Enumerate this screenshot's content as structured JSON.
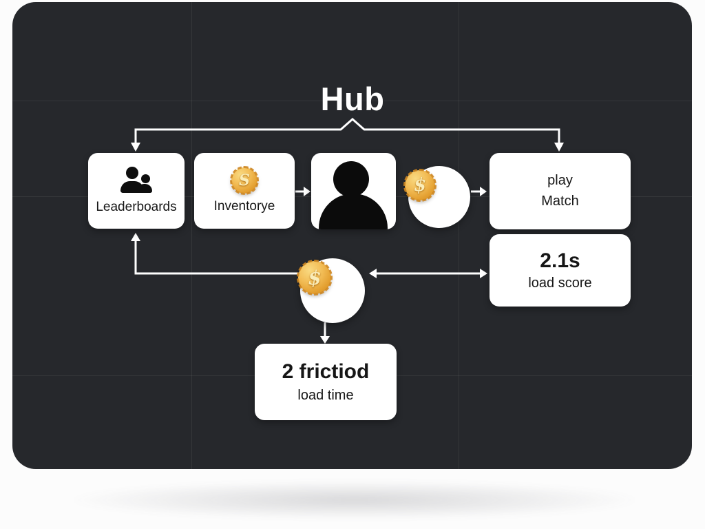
{
  "title": "Hub",
  "colors": {
    "panel_bg": "#26282C",
    "page_bg": "#FCFCFC",
    "node_bg": "#FFFFFF",
    "arrow": "#FFFFFF",
    "text_dark": "#161616",
    "coin_gold": "#F2BC55"
  },
  "nodes": {
    "leaderboards": {
      "label": "Leaderboards"
    },
    "inventory": {
      "label": "Inventorye"
    },
    "play_match": {
      "line1": "play",
      "line2": "Match"
    },
    "load_score": {
      "value": "2.1s",
      "label": "load score"
    },
    "load_time": {
      "value": "2 frictiod",
      "label": "load time"
    }
  },
  "coins": {
    "dollar": "$",
    "letter": "S"
  }
}
